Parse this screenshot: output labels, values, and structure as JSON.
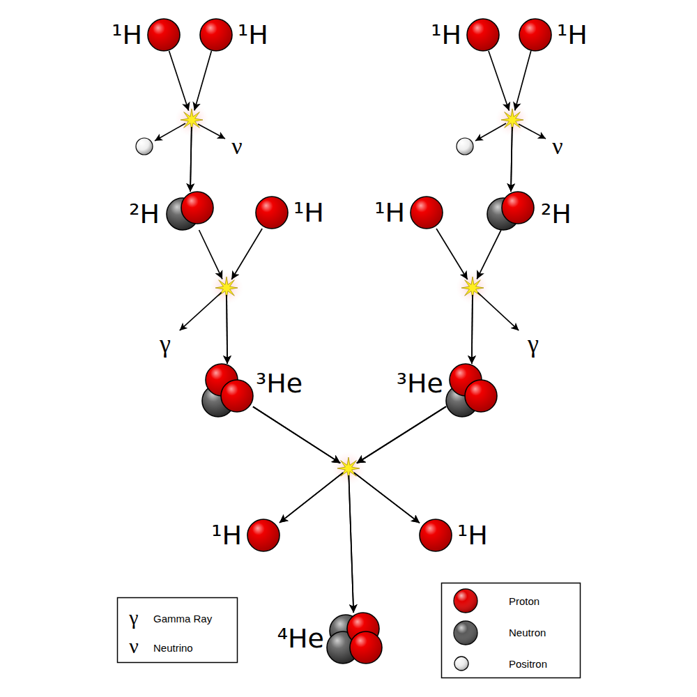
{
  "diagram": {
    "nodes": [
      {
        "text": [
          "¹H"
        ]
      },
      {
        "text": [
          "¹H"
        ]
      },
      {
        "text": [
          "¹H"
        ]
      },
      {
        "text": [
          "¹H"
        ]
      },
      {
        "text": [
          "²H"
        ]
      },
      {
        "text": [
          "¹H"
        ]
      },
      {
        "text": [
          "¹H"
        ]
      },
      {
        "text": [
          "²H"
        ]
      },
      {
        "text": [
          "³He"
        ]
      },
      {
        "text": [
          "³He"
        ]
      },
      {
        "text": [
          "¹H"
        ]
      },
      {
        "text": [
          "¹H"
        ]
      },
      {
        "text": [
          "⁴He"
        ]
      }
    ],
    "edges": [
      {
        "from": 0,
        "to": 4,
        "arrow": "to"
      },
      {
        "from": 1,
        "to": 4,
        "arrow": "to"
      },
      {
        "from": 2,
        "to": 7,
        "arrow": "to"
      },
      {
        "from": 3,
        "to": 7,
        "arrow": "to"
      },
      {
        "from": 4,
        "to": 8,
        "arrow": "to"
      },
      {
        "from": 5,
        "to": 8,
        "arrow": "to"
      },
      {
        "from": 6,
        "to": 9,
        "arrow": "to"
      },
      {
        "from": 7,
        "to": 9,
        "arrow": "to"
      },
      {
        "from": 8,
        "to": 10,
        "arrow": "to"
      },
      {
        "from": 8,
        "to": 11,
        "arrow": "to"
      },
      {
        "from": 8,
        "to": 12,
        "arrow": "to"
      },
      {
        "from": 9,
        "to": 10,
        "arrow": "to"
      },
      {
        "from": 9,
        "to": 11,
        "arrow": "to"
      },
      {
        "from": 9,
        "to": 12,
        "arrow": "to"
      }
    ],
    "labels": [
      "ν",
      "ν",
      "γ",
      "γ",
      "γ",
      "ν"
    ],
    "legend": [
      {
        "text": "Gamma Ray"
      },
      {
        "text": "Neutrino"
      },
      {
        "text": "Proton",
        "color": "#e00000"
      },
      {
        "text": "Neutron",
        "color": "#595959"
      },
      {
        "text": "Positron",
        "color": "#f2f2f2"
      }
    ]
  }
}
